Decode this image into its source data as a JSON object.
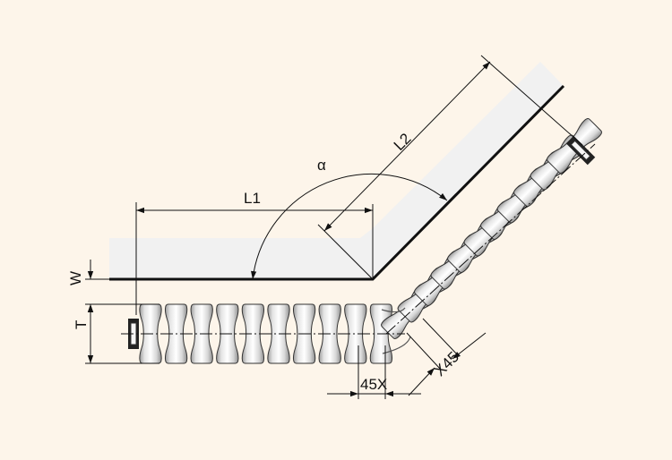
{
  "background_color": "#fdf5ea",
  "wall_shade_color": "#f1f1f1",
  "labels": {
    "l1": "L1",
    "l2": "L2",
    "angle": "α",
    "w": "W",
    "t": "T",
    "offset_horizontal": "45X",
    "offset_diagonal": "X45"
  },
  "radiator": {
    "straight_section_columns": 10,
    "angled_section_columns": 11
  }
}
